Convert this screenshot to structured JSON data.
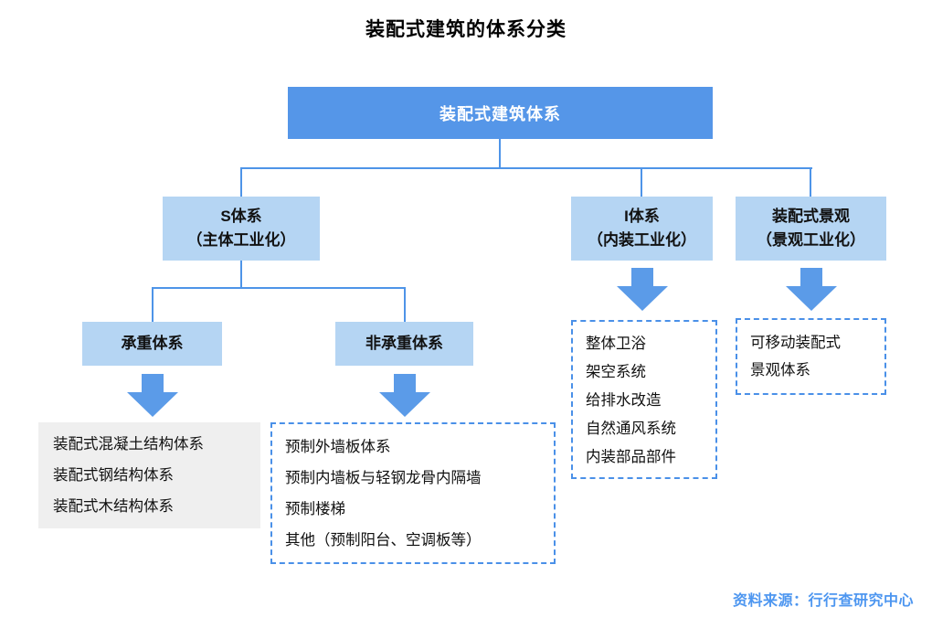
{
  "title": "装配式建筑的体系分类",
  "source": "资料来源：行行查研究中心",
  "colors": {
    "primary_blue": "#5596E8",
    "light_blue": "#B5D5F3",
    "connector_blue": "#4E94E8",
    "dashed_border_blue": "#4A90E8",
    "arrow_blue": "#5B9BE8",
    "gray_box": "#EFEFEF",
    "source_text_blue": "#4D96F0"
  },
  "nodes": {
    "root": {
      "label": "装配式建筑体系"
    },
    "s_system": {
      "name": "S体系",
      "subtitle": "（主体工业化）"
    },
    "i_system": {
      "name": "I体系",
      "subtitle": "（内装工业化）"
    },
    "landscape_system": {
      "name": "装配式景观",
      "subtitle": "（景观工业化）"
    },
    "load_bearing": {
      "label": "承重体系"
    },
    "non_load_bearing": {
      "label": "非承重体系"
    }
  },
  "lists": {
    "load_bearing_items": [
      "装配式混凝土结构体系",
      "装配式钢结构体系",
      "装配式木结构体系"
    ],
    "non_load_bearing_items": [
      "预制外墙板体系",
      "预制内墙板与轻钢龙骨内隔墙",
      "预制楼梯",
      "其他（预制阳台、空调板等）"
    ],
    "i_system_items": [
      "整体卫浴",
      "架空系统",
      "给排水改造",
      "自然通风系统",
      "内装部品部件"
    ],
    "landscape_items": [
      "可移动装配式",
      "景观体系"
    ]
  }
}
